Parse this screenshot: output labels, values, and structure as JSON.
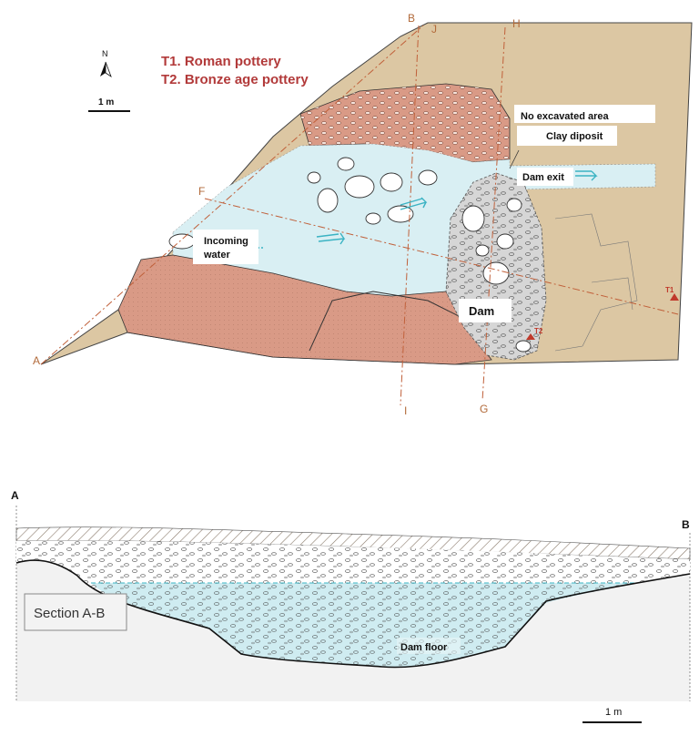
{
  "legend": {
    "t1": "T1. Roman pottery",
    "t2": "T2. Bronze age pottery"
  },
  "plan": {
    "north_label": "N",
    "scale_label": "1 m",
    "no_excavated": "No excavated area",
    "clay_deposit": "Clay diposit",
    "dam_exit": "Dam exit",
    "incoming_water_1": "Incoming",
    "incoming_water_2": "water",
    "dam": "Dam",
    "t1_marker": "T1",
    "t2_marker": "T2",
    "lines": {
      "a": "A",
      "b": "B",
      "j": "J",
      "h": "H",
      "f": "F",
      "i": "I",
      "g": "G"
    }
  },
  "section": {
    "left_end": "A",
    "right_end": "B",
    "title": "Section A-B",
    "dam_floor": "Dam floor",
    "scale_label": "1 m"
  },
  "colors": {
    "soil": "#dcc7a3",
    "red_layer": "#d99a86",
    "water": "#d9eff3",
    "dam_gray": "#d6d6d6",
    "legend_red": "#b23a3a",
    "section_line": "#b26a3a",
    "arrow": "#3bb3c3"
  }
}
